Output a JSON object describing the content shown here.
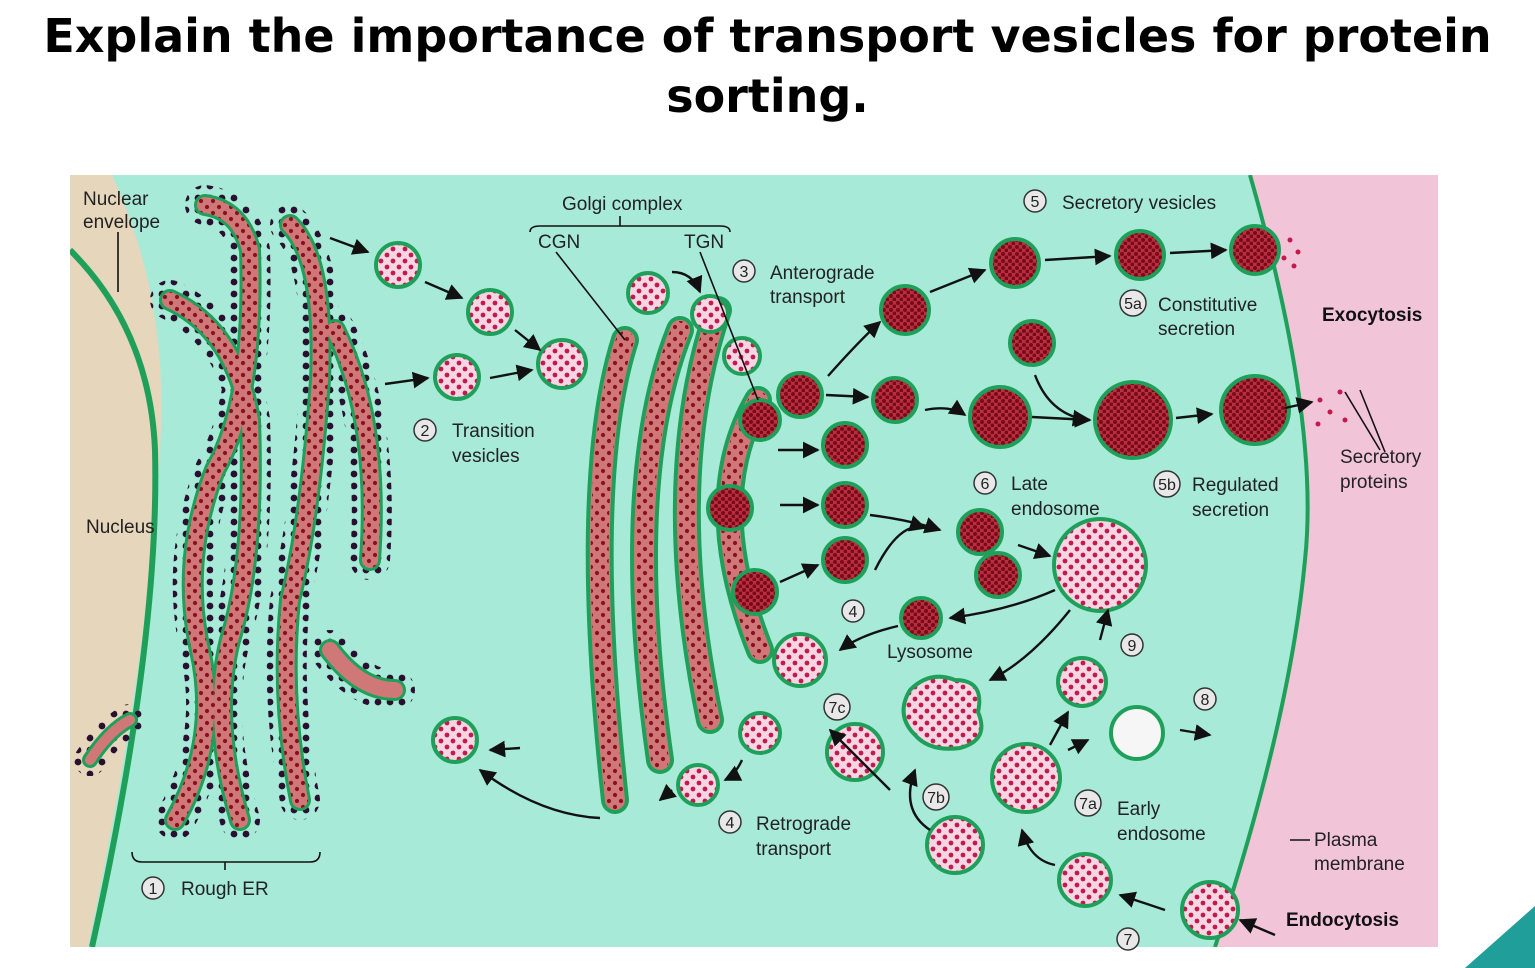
{
  "title": "Explain the importance of transport vesicles for protein sorting.",
  "labels": {
    "nuclear_envelope_1": "Nuclear",
    "nuclear_envelope_2": "envelope",
    "nucleus": "Nucleus",
    "rough_er": "Rough ER",
    "golgi_complex": "Golgi complex",
    "cgn": "CGN",
    "tgn": "TGN",
    "transition_1": "Transition",
    "transition_2": "vesicles",
    "anterograde_1": "Anterograde",
    "anterograde_2": "transport",
    "retrograde_1": "Retrograde",
    "retrograde_2": "transport",
    "secretory_vesicles": "Secretory vesicles",
    "constitutive_1": "Constitutive",
    "constitutive_2": "secretion",
    "regulated_1": "Regulated",
    "regulated_2": "secretion",
    "exocytosis": "Exocytosis",
    "secretory_proteins_1": "Secretory",
    "secretory_proteins_2": "proteins",
    "late_endosome_1": "Late",
    "late_endosome_2": "endosome",
    "lysosome": "Lysosome",
    "early_endosome_1": "Early",
    "early_endosome_2": "endosome",
    "plasma_membrane_1": "Plasma",
    "plasma_membrane_2": "membrane",
    "endocytosis": "Endocytosis"
  },
  "step_numbers": {
    "n1": "1",
    "n2": "2",
    "n3": "3",
    "n4a": "4",
    "n4b": "4",
    "n5": "5",
    "n5a": "5a",
    "n5b": "5b",
    "n6": "6",
    "n7": "7",
    "n7a": "7a",
    "n7b": "7b",
    "n7c": "7c",
    "n8": "8",
    "n9": "9"
  },
  "colors": {
    "cytoplasm": "#a8ead8",
    "extracellular": "#f2c4d8",
    "nucleus": "#e6d6bc",
    "membrane_green": "#1fa05a",
    "lumen_pink": "#d07878",
    "protein_dark": "#8a1020",
    "ribosome": "#2a1030",
    "vesicle_light": "#f6d6e4",
    "accent": "#1f9e9a"
  }
}
